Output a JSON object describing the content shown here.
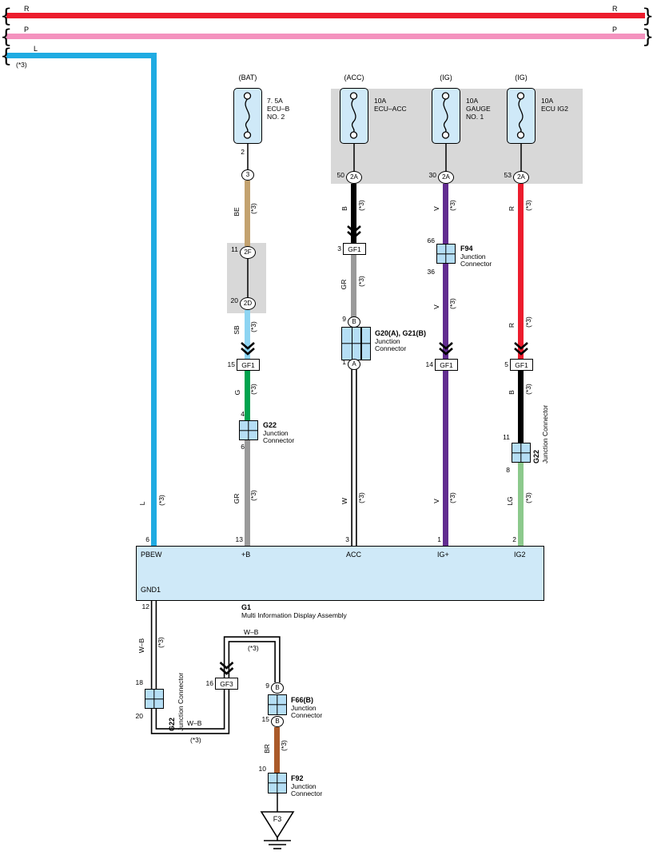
{
  "colors": {
    "R": "#ec1c2d",
    "P": "#f492be",
    "L": "#1fabe2",
    "BE": "#c3a26f",
    "SB": "#8dd4f2",
    "G": "#00a34e",
    "GR": "#9a9a9a",
    "B": "#000000",
    "V": "#622d90",
    "LG": "#8cc98c",
    "BR": "#aa5a2a",
    "W": "#ffffff",
    "component_fill": "#cfe9f8",
    "junction_fill": "#b5def5",
    "shield_gray": "#d8d8d8"
  },
  "top": {
    "brace_l": "{",
    "brace_r": "}",
    "r_left": "R",
    "r_right": "R",
    "p_left": "P",
    "p_right": "P",
    "l_label": "L",
    "l_note": "(*3)"
  },
  "bat": {
    "header": "(BAT)",
    "fuse": {
      "amp": "7. 5A",
      "line1": "ECU–B",
      "line2": "NO. 2"
    },
    "pin_fuse": "2",
    "oval_top": "3",
    "wire_be": "BE",
    "wire_be_note": "(*3)",
    "pin_2f": "11",
    "oval_2f": "2F",
    "pin_2d": "20",
    "oval_2d": "2D",
    "wire_sb": "SB",
    "wire_sb_note": "(*3)",
    "pin_gf1": "15",
    "gf1": "GF1",
    "wire_g": "G",
    "wire_g_note": "(*3)",
    "jc_pin_top": "4",
    "jc_name": "G22",
    "jc_line1": "Junction",
    "jc_line2": "Connector",
    "jc_pin_bottom": "6",
    "wire_gr": "GR",
    "wire_gr_note": "(*3)",
    "pin_g1": "13",
    "g1_terminal": "+B"
  },
  "acc": {
    "header": "(ACC)",
    "fuse": {
      "amp": "10A",
      "line1": "ECU–ACC"
    },
    "pin_fuse": "50",
    "oval_fuse": "2A",
    "wire_b": "B",
    "wire_b_note": "(*3)",
    "pin_gf1": "3",
    "gf1": "GF1",
    "wire_gr": "GR",
    "wire_gr_note": "(*3)",
    "pin_oval_b": "9",
    "oval_b": "B",
    "jc_name": "G20(A), G21(B)",
    "jc_line1": "Junction",
    "jc_line2": "Connector",
    "pin_oval_a": "1",
    "oval_a": "A",
    "wire_w": "W",
    "wire_w_note": "(*3)",
    "pin_g1": "3",
    "g1_terminal": "ACC"
  },
  "ig1": {
    "header": "(IG)",
    "fuse": {
      "amp": "10A",
      "line1": "GAUGE",
      "line2": "NO. 1"
    },
    "pin_fuse": "30",
    "oval_fuse": "2A",
    "wire_v1": "V",
    "wire_v1_note": "(*3)",
    "jc_pin_top": "66",
    "jc_name": "F94",
    "jc_line1": "Junction",
    "jc_line2": "Connector",
    "jc_pin_bottom": "36",
    "wire_v2": "V",
    "wire_v2_note": "(*3)",
    "pin_gf1": "14",
    "gf1": "GF1",
    "wire_v3": "V",
    "wire_v3_note": "(*3)",
    "pin_g1": "1",
    "g1_terminal": "IG+"
  },
  "ig2": {
    "header": "(IG)",
    "fuse": {
      "amp": "10A",
      "line1": "ECU IG2"
    },
    "pin_fuse": "53",
    "oval_fuse": "2A",
    "wire_r1": "R",
    "wire_r1_note": "(*3)",
    "wire_r2": "R",
    "wire_r2_note": "(*3)",
    "pin_gf1": "5",
    "gf1": "GF1",
    "wire_b": "B",
    "wire_b_note": "(*3)",
    "jc_pin_top": "11",
    "jc_name": "G22",
    "jc_rot_line": "Junction Connector",
    "jc_pin_bottom": "8",
    "wire_lg": "LG",
    "wire_lg_note": "(*3)",
    "pin_g1": "2",
    "g1_terminal": "IG2"
  },
  "lcol": {
    "wire_l": "L",
    "wire_l_note": "(*3)",
    "pin_g1": "6",
    "g1_terminal": "PBEW"
  },
  "g1": {
    "name": "G1",
    "description": "Multi Information Display Assembly",
    "gnd_terminal": "GND1",
    "pin_gnd": "12"
  },
  "gnd": {
    "wire_wb1": "W–B",
    "wire_wb1_note": "(*3)",
    "jc_pin_top": "18",
    "jc_name": "G22",
    "jc_rot_line": "Junction Connector",
    "jc_pin_bottom": "20",
    "wire_wb2": "W–B",
    "wire_wb2_note": "(*3)",
    "pin_gf3": "16",
    "gf3": "GF3",
    "wire_wb3": "W–B",
    "wire_wb3_note": "(*3)",
    "pin_oval_b1": "9",
    "oval_b1": "B",
    "jc2_name": "F66(B)",
    "jc2_line1": "Junction",
    "jc2_line2": "Connector",
    "pin_oval_b2": "15",
    "oval_b2": "B",
    "wire_br": "BR",
    "wire_br_note": "(*3)",
    "pin_f92": "10",
    "f92_name": "F92",
    "f92_line1": "Junction",
    "f92_line2": "Connector",
    "ground_label": "F3"
  }
}
